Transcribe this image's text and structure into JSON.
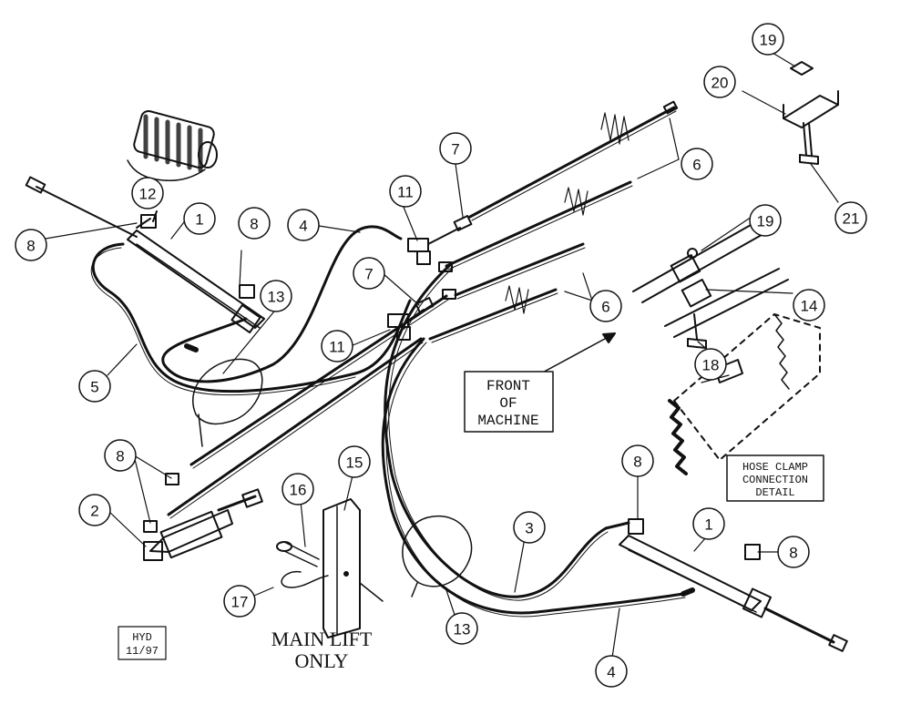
{
  "callouts": [
    "19",
    "20",
    "21",
    "12",
    "1",
    "8",
    "4",
    "7",
    "11",
    "6",
    "7",
    "6",
    "19",
    "14",
    "13",
    "11",
    "18",
    "5",
    "8",
    "8",
    "2",
    "16",
    "15",
    "17",
    "1",
    "8",
    "3",
    "4",
    "13",
    "8"
  ],
  "labels": {
    "front_line1": "FRONT",
    "front_line2": "OF",
    "front_line3": "MACHINE",
    "detail_line1": "HOSE CLAMP",
    "detail_line2": "CONNECTION",
    "detail_line3": "DETAIL",
    "main_lift_line1": "MAIN LIFT",
    "main_lift_line2": "ONLY",
    "hyd_line1": "HYD",
    "hyd_line2": "11/97"
  }
}
